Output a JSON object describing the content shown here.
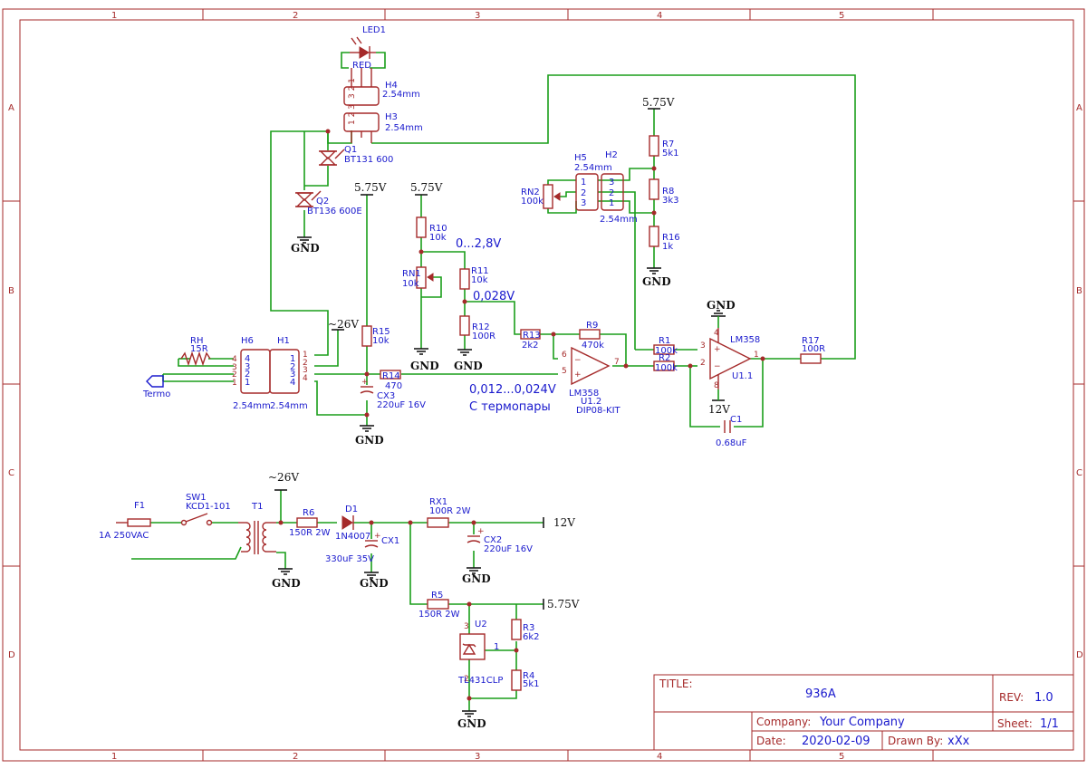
{
  "frame": {
    "columns": [
      "1",
      "2",
      "3",
      "4",
      "5"
    ],
    "rows": [
      "A",
      "B",
      "C",
      "D"
    ]
  },
  "title_block": {
    "title_label": "TITLE:",
    "title": "936A",
    "rev_label": "REV:",
    "rev": "1.0",
    "company_label": "Company:",
    "company": "Your Company",
    "sheet_label": "Sheet:",
    "sheet": "1/1",
    "date_label": "Date:",
    "date": "2020-02-09",
    "drawn_label": "Drawn By:",
    "drawn": "xXx"
  },
  "annotations": {
    "range_0_28": "0...2,8V",
    "v_0028": "0,028V",
    "v_thermo": "0,012...0,024V",
    "thermo_note": "С термопары"
  },
  "rails": {
    "v575": "5.75V",
    "v26": "~26V",
    "v12": "12V",
    "gnd": "GND"
  },
  "parts": {
    "led1": {
      "ref": "LED1",
      "val": "RED"
    },
    "h4": {
      "ref": "H4",
      "val": "2.54mm",
      "pins": "3 2 1"
    },
    "h3": {
      "ref": "H3",
      "val": "2.54mm",
      "pins": "1 2 3"
    },
    "q1": {
      "ref": "Q1",
      "val": "BT131 600"
    },
    "q2": {
      "ref": "Q2",
      "val": "BT136 600E"
    },
    "rh": {
      "ref": "RH",
      "val": "15R"
    },
    "h6": {
      "ref": "H6",
      "val": "2.54mm"
    },
    "h1": {
      "ref": "H1",
      "val": "2.54mm"
    },
    "termo": "Termo",
    "r15": {
      "ref": "R15",
      "val": "10k"
    },
    "r14": {
      "ref": "R14",
      "val": "470"
    },
    "cx3": {
      "ref": "CX3",
      "val": "220uF 16V"
    },
    "r10": {
      "ref": "R10",
      "val": "10k"
    },
    "rn1": {
      "ref": "RN1",
      "val": "10k"
    },
    "r11": {
      "ref": "R11",
      "val": "10k"
    },
    "r12": {
      "ref": "R12",
      "val": "100R"
    },
    "r13": {
      "ref": "R13",
      "val": "2k2"
    },
    "r9": {
      "ref": "R9",
      "val": "470k"
    },
    "u12": {
      "ref": "LM358",
      "ref2": "U1.2",
      "val": "DIP08-KIT"
    },
    "h5": {
      "ref": "H5",
      "val": "2.54mm"
    },
    "h2": {
      "ref": "H2",
      "val": "2.54mm"
    },
    "rn2": {
      "ref": "RN2",
      "val": "100k"
    },
    "r7": {
      "ref": "R7",
      "val": "5k1"
    },
    "r8": {
      "ref": "R8",
      "val": "3k3"
    },
    "r16": {
      "ref": "R16",
      "val": "1k"
    },
    "r1": {
      "ref": "R1",
      "val": "100k"
    },
    "r2": {
      "ref": "R2",
      "val": "100k"
    },
    "u11": {
      "ref": "LM358",
      "ref2": "U1.1"
    },
    "r17": {
      "ref": "R17",
      "val": "100R"
    },
    "c1": {
      "ref": "C1",
      "val": "0.68uF"
    },
    "f1": {
      "ref": "F1",
      "val": "1A 250VAC"
    },
    "sw1": {
      "ref": "SW1",
      "val": "KCD1-101"
    },
    "t1": {
      "ref": "T1"
    },
    "r6": {
      "ref": "R6",
      "val": "150R 2W"
    },
    "d1": {
      "ref": "D1",
      "val": "1N4007"
    },
    "cx1": {
      "ref": "CX1",
      "val": "330uF 35V"
    },
    "rx1": {
      "ref": "RX1",
      "val": "100R 2W"
    },
    "cx2": {
      "ref": "CX2",
      "val": "220uF 16V"
    },
    "r5": {
      "ref": "R5",
      "val": "150R 2W"
    },
    "u2": {
      "ref": "U2",
      "val": "TL431CLP"
    },
    "r3": {
      "ref": "R3",
      "val": "6k2"
    },
    "r4": {
      "ref": "R4",
      "val": "5k1"
    }
  }
}
